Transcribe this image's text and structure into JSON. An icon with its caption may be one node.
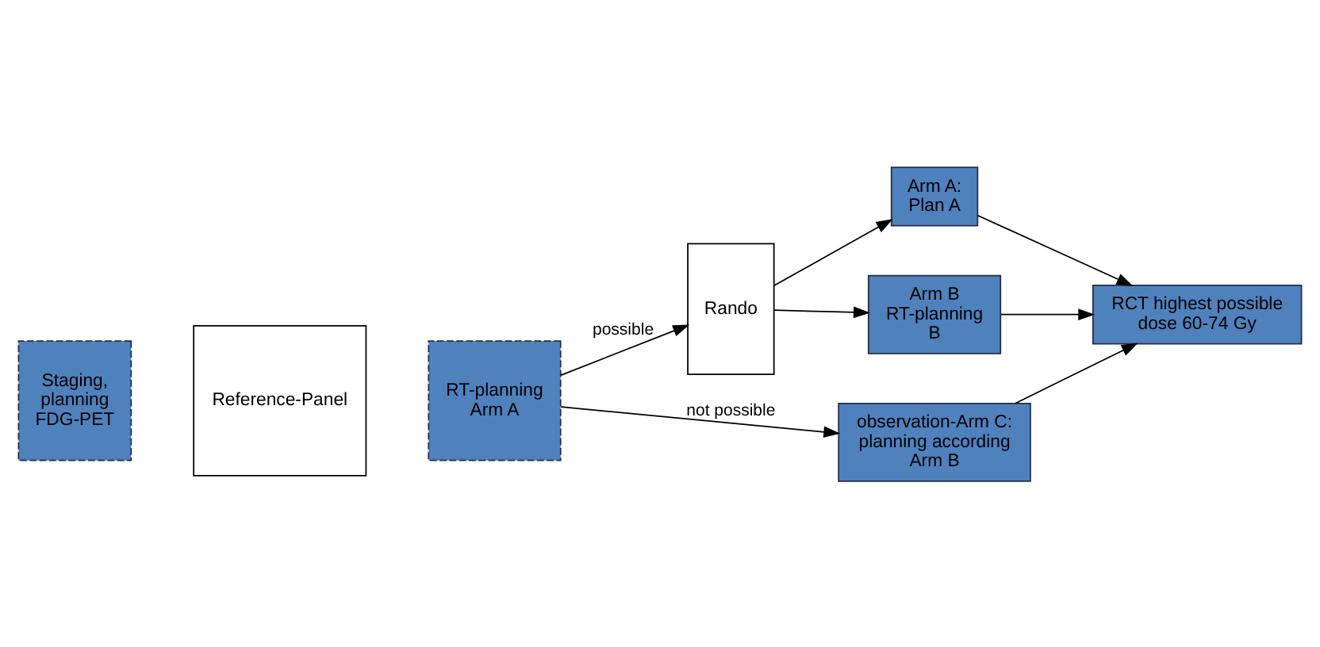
{
  "diagram": {
    "nodes": [
      {
        "text": [
          "Staging, planning FDG-PET"
        ]
      },
      {
        "text": [
          "Reference-Panel"
        ]
      },
      {
        "text": [
          "RT-planning Arm A"
        ]
      },
      {
        "text": [
          "Rando"
        ]
      },
      {
        "text": [
          "Arm A: Plan A"
        ]
      },
      {
        "text": [
          "Arm B RT-planning B"
        ]
      },
      {
        "text": [
          "observation-Arm C: planning according Arm B"
        ]
      },
      {
        "text": [
          "RCT highest possible dose 60-74 Gy"
        ]
      }
    ],
    "edges": [
      {
        "from": 2,
        "to": 3,
        "arrow": "to",
        "label": "possible"
      },
      {
        "from": 2,
        "to": 6,
        "arrow": "to",
        "label": "not possible"
      },
      {
        "from": 3,
        "to": 4,
        "arrow": "to"
      },
      {
        "from": 3,
        "to": 5,
        "arrow": "to"
      },
      {
        "from": 4,
        "to": 7,
        "arrow": "to"
      },
      {
        "from": 5,
        "to": 7,
        "arrow": "to"
      },
      {
        "from": 6,
        "to": 7,
        "arrow": "to"
      }
    ]
  }
}
